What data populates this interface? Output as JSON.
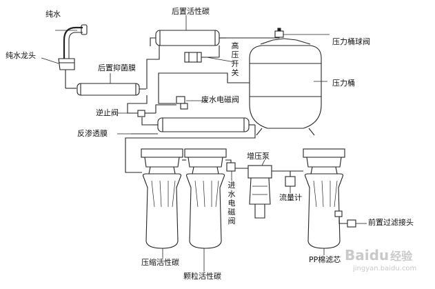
{
  "labels": {
    "pure_water": "纯水",
    "pure_water_faucet": "纯水龙头",
    "post_carbon": "后置活性碳",
    "pressure_ball_valve": "压力桶球阀",
    "high_pressure_switch": "高压开关",
    "post_antibacterial_membrane": "后置抑菌膜",
    "pressure_tank": "压力桶",
    "waste_water_solenoid": "废水电磁阀",
    "check_valve": "逆止阀",
    "ro_membrane": "反渗透膜",
    "booster_pump": "增压泵",
    "inlet_solenoid": "进水电磁阀",
    "flow_meter": "流量计",
    "pre_filter_connector": "前置过滤接头",
    "compressed_carbon": "压缩活性碳",
    "granular_carbon": "颗粒活性碳",
    "pp_cotton": "PP棉滤芯"
  },
  "watermark": {
    "brand": "Baidu",
    "suffix": "经验",
    "url": "jingyan.baidu.com"
  }
}
